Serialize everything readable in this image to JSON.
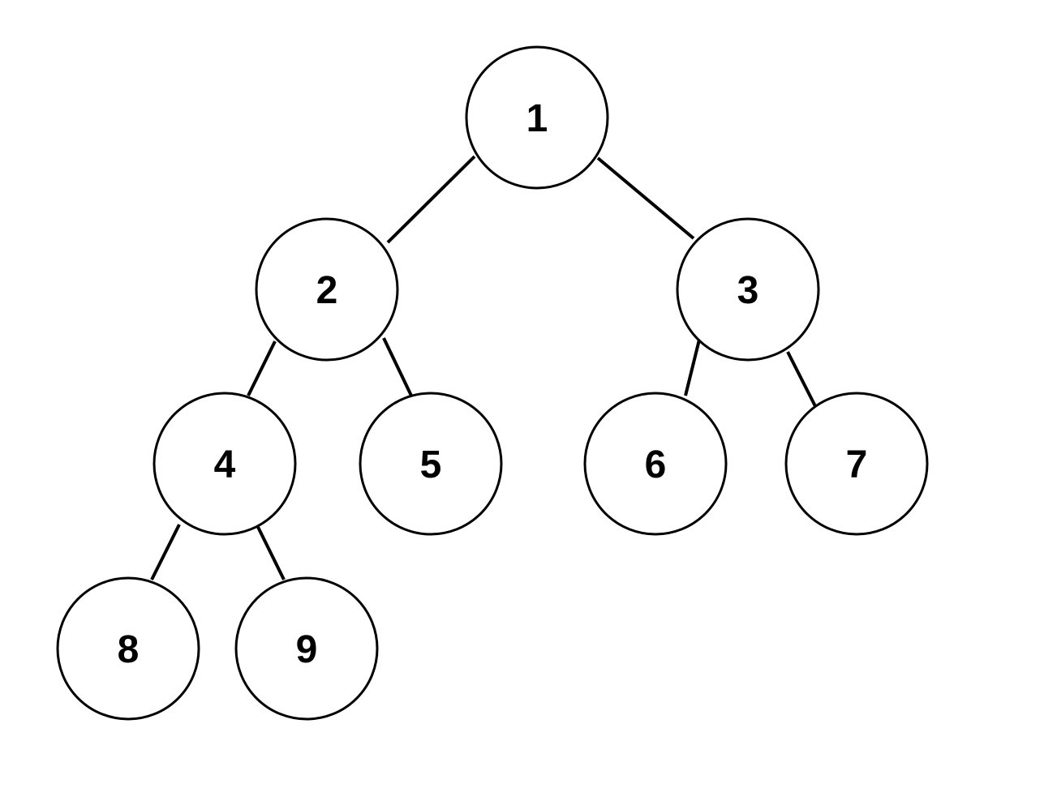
{
  "tree": {
    "nodes": [
      {
        "id": "1",
        "label": "1"
      },
      {
        "id": "2",
        "label": "2"
      },
      {
        "id": "3",
        "label": "3"
      },
      {
        "id": "4",
        "label": "4"
      },
      {
        "id": "5",
        "label": "5"
      },
      {
        "id": "6",
        "label": "6"
      },
      {
        "id": "7",
        "label": "7"
      },
      {
        "id": "8",
        "label": "8"
      },
      {
        "id": "9",
        "label": "9"
      }
    ],
    "edges": [
      {
        "from": "1",
        "to": "2"
      },
      {
        "from": "1",
        "to": "3"
      },
      {
        "from": "2",
        "to": "4"
      },
      {
        "from": "2",
        "to": "5"
      },
      {
        "from": "3",
        "to": "6"
      },
      {
        "from": "3",
        "to": "7"
      },
      {
        "from": "4",
        "to": "8"
      },
      {
        "from": "4",
        "to": "9"
      }
    ]
  }
}
